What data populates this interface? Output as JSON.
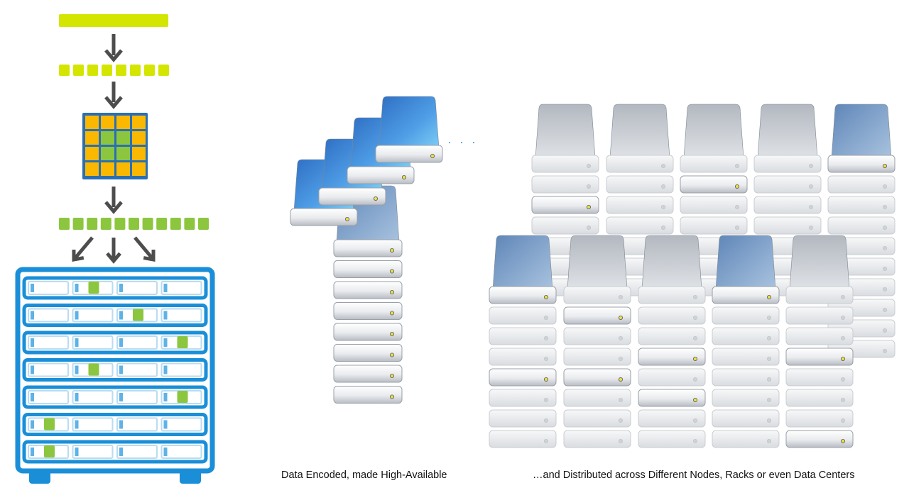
{
  "captions": {
    "left": "Data Encoded, made High-Available",
    "right": "…and Distributed across Different Nodes, Racks or even Data Centers"
  },
  "ellipsis": "· · ·",
  "colors": {
    "data_bar": "#d4e600",
    "chunk_green": "#8cc63f",
    "matrix_orange": "#fbb800",
    "matrix_green": "#8cc63f",
    "arrow": "#4d4d4d",
    "rack_blue": "#1a8fd8",
    "rack_slot": "#b9dcf2",
    "drive_blue": "#3f8fd9",
    "drive_grey": "#c5cad2"
  },
  "pipeline": {
    "parity_matrix": [
      [
        "o",
        "o",
        "o",
        "o"
      ],
      [
        "o",
        "g",
        "g",
        "o"
      ],
      [
        "o",
        "g",
        "g",
        "o"
      ],
      [
        "o",
        "o",
        "o",
        "o"
      ]
    ],
    "data_chunks": 8,
    "encoded_chunks": 11
  },
  "rack": {
    "rows": 7,
    "cols": 4,
    "highlight_col_per_row": [
      1,
      2,
      3,
      1,
      3,
      0,
      0
    ]
  },
  "icons": {
    "down_arrow": "arrow-down-icon",
    "split_arrows": "split-arrows-icon",
    "drive": "hard-drive-icon"
  }
}
